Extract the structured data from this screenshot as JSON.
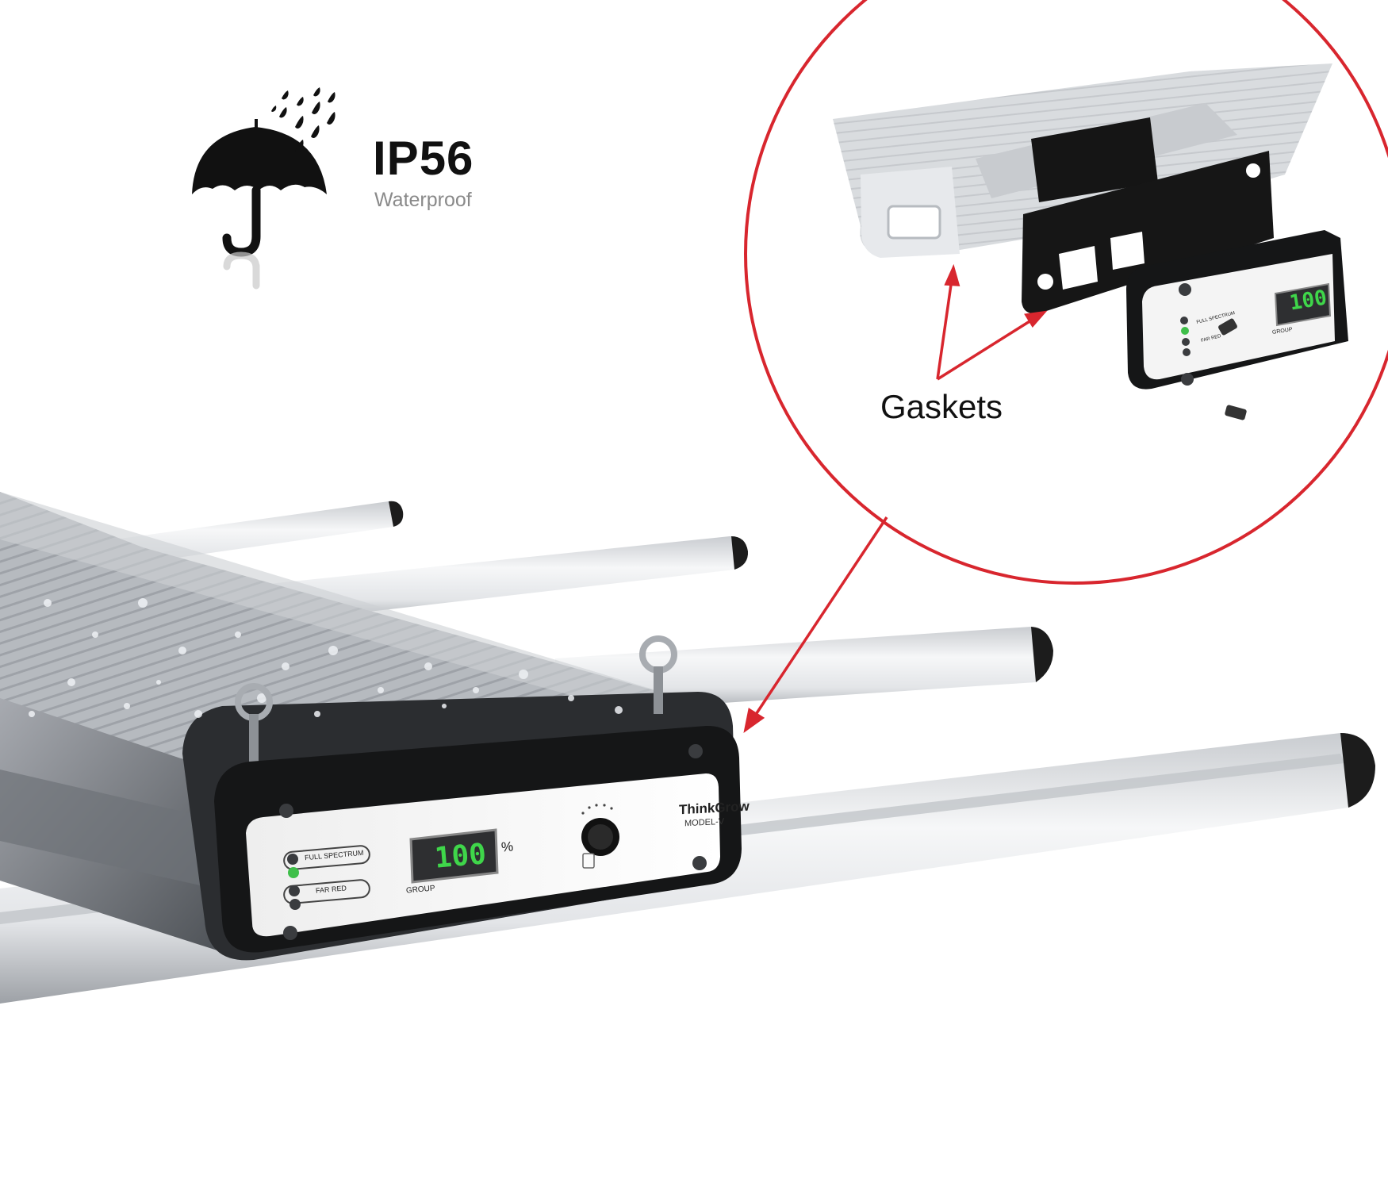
{
  "badge": {
    "rating": "IP56",
    "subtitle": "Waterproof",
    "icon": "umbrella-rain-icon"
  },
  "callout": {
    "label": "Gaskets",
    "accent_color": "#d8262e"
  },
  "panel": {
    "brand": "ThinkGrow",
    "model": "MODEL-V",
    "display_value": "100",
    "display_unit": "%",
    "group_label": "GROUP",
    "channel_1": "FULL SPECTRUM",
    "channel_2": "FAR RED"
  },
  "detail_panel": {
    "display_value": "100",
    "group_label": "GROUP",
    "channel_1": "FULL SPECTRUM",
    "channel_2": "FAR RED"
  }
}
